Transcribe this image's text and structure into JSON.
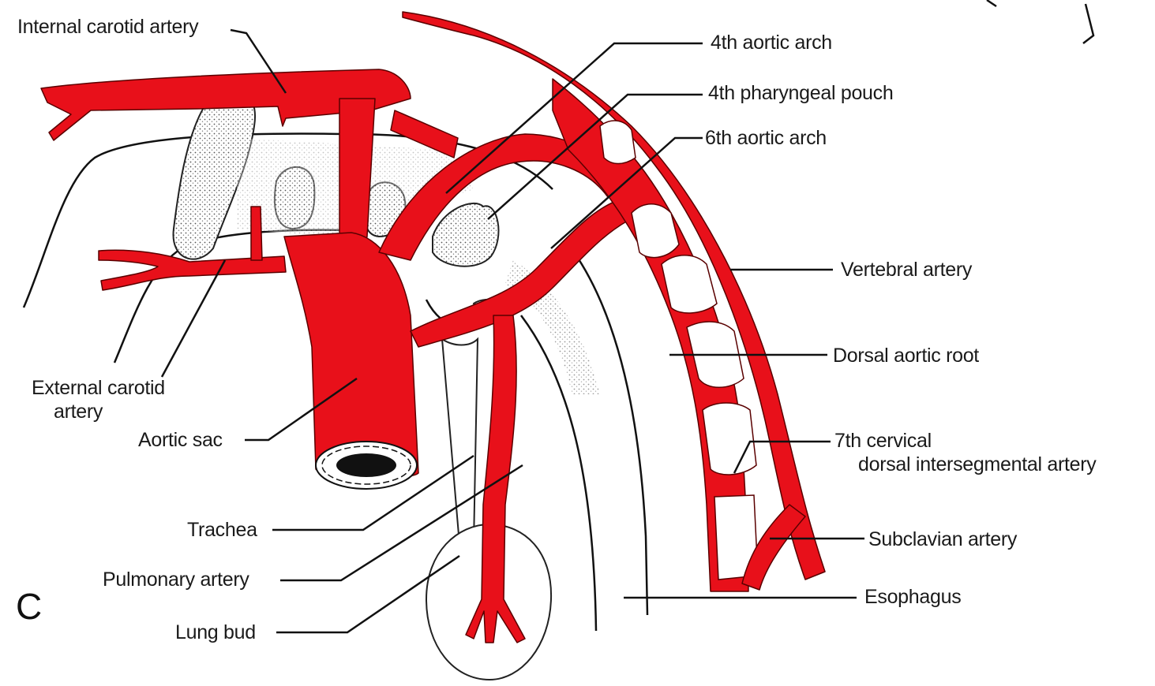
{
  "panel_letter": "C",
  "labels": {
    "internal_carotid_artery": "Internal carotid artery",
    "fourth_aortic_arch": "4th aortic arch",
    "fourth_pharyngeal_pouch": "4th pharyngeal pouch",
    "sixth_aortic_arch": "6th aortic arch",
    "vertebral_artery": "Vertebral artery",
    "dorsal_aortic_root": "Dorsal aortic root",
    "seventh_cervical_line1": "7th cervical",
    "seventh_cervical_line2": "dorsal intersegmental artery",
    "subclavian_artery": "Subclavian artery",
    "esophagus": "Esophagus",
    "external_carotid_line1": "External carotid",
    "external_carotid_line2": "artery",
    "aortic_sac": "Aortic sac",
    "trachea": "Trachea",
    "pulmonary_artery": "Pulmonary artery",
    "lung_bud": "Lung bud"
  },
  "colors": {
    "artery_red": "#e8101a",
    "line_black": "#111111",
    "background": "#ffffff"
  }
}
